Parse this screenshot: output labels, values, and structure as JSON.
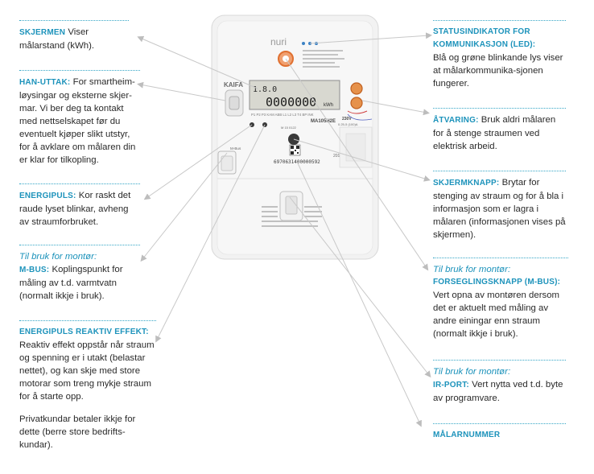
{
  "meter": {
    "brand_logo": "nuri",
    "maker_logo": "KAIFA",
    "model": "MA105H2E",
    "voltage": "230V",
    "current": "0.25-5 (100)A",
    "display_main": "0000000",
    "display_small": "1.8.0",
    "display_unit": "kWh",
    "button_labels": "P1 P2 P3 KAM ABB L1 L2 L3 T4 BP INK",
    "serial": "6970631400000592",
    "mbus_label": "M-Bus",
    "year": "2016",
    "cert_text": "M 15 0122"
  },
  "left": {
    "skjermen": {
      "title": "SKJERMEN",
      "text": "Viser målarstand (kWh)."
    },
    "han": {
      "title": "HAN-UTTAK:",
      "text": "For smartheim-løysingar og eksterne skjer-mar. Vi ber deg ta kontakt med nettselskapet før du eventuelt kjøper slikt utstyr, for å avklare om målaren din er klar for tilkopling."
    },
    "energipuls": {
      "title": "ENERGIPULS:",
      "text": "Kor raskt det raude lyset blinkar, avheng av straumforbruket."
    },
    "mbus": {
      "note": "Til bruk for montør:",
      "title": "M-BUS:",
      "text": "Koplingspunkt for måling av t.d. varmtvatn (normalt ikkje i bruk)."
    },
    "reaktiv": {
      "title": "ENERGIPULS REAKTIV EFFEKT:",
      "text": "Reaktiv effekt oppstår når straum og spenning er i utakt (belastar nettet), og kan skje med store motorar som treng mykje straum for å starte opp.",
      "extra": "Privatkundar betaler ikkje for dette (berre store bedrifts-kundar)."
    }
  },
  "right": {
    "status": {
      "title": "STATUSINDIKATOR FOR KOMMUNIKASJON (LED):",
      "text": "Blå og grøne blinkande lys viser at målarkommunika-sjonen fungerer."
    },
    "atvaring": {
      "title": "ÅTVARING:",
      "text": "Bruk aldri målaren for å stenge straumen ved elektrisk arbeid."
    },
    "skjermknapp": {
      "title": "SKJERMKNAPP:",
      "text": "Brytar for stenging av straum og for å bla i informasjon som er lagra i målaren (informasjonen vises på skjermen)."
    },
    "forsegling": {
      "note": "Til bruk for montør:",
      "title": "FORSEGLINGSKNAPP (M-BUS):",
      "text": "Vert opna av montøren dersom det er aktuelt med måling av andre einingar enn straum (normalt ikkje i bruk)."
    },
    "irport": {
      "note": "Til bruk for montør:",
      "title": "IR-PORT:",
      "text": "Vert nytta ved t.d. byte av programvare."
    },
    "malarnummer": {
      "title": "MÅLARNUMMER"
    }
  }
}
